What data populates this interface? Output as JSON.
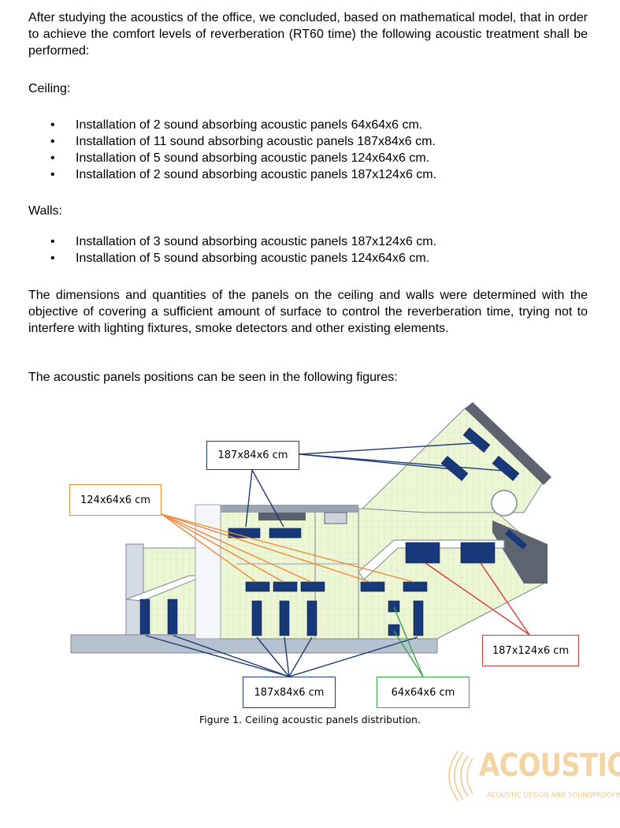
{
  "intro": "After studying the acoustics of the office, we concluded, based on mathematical model, that in order to achieve the comfort levels of reverberation (RT60 time) the following acoustic treatment shall be performed:",
  "ceiling": {
    "heading": "Ceiling:",
    "items": [
      "Installation of 2 sound absorbing acoustic panels 64x64x6 cm.",
      "Installation of 11 sound absorbing acoustic panels 187x84x6 cm.",
      "Installation of 5 sound absorbing acoustic panels 124x64x6 cm.",
      "Installation of 2 sound absorbing acoustic panels 187x124x6 cm."
    ]
  },
  "walls": {
    "heading": "Walls:",
    "items": [
      "Installation of 3 sound absorbing acoustic panels 187x124x6 cm.",
      "Installation of 5 sound absorbing acoustic panels 124x64x6 cm."
    ]
  },
  "dimensions_paragraph": "The dimensions and quantities of the panels on the ceiling and walls were determined with the objective of covering a sufficient amount of surface to control the reverberation time, trying not to interfere with lighting fixtures, smoke detectors and other existing elements.",
  "positions_paragraph": "The acoustic panels positions can be seen in the following figures:",
  "figure": {
    "callouts": {
      "top": "187x84x6 cm",
      "panel_124": "124x64x6 cm",
      "bottom": "187x84x6 cm",
      "panel_64": "64x64x6 cm",
      "panel_187x124": "187x124x6 cm"
    },
    "caption": "Figure 1. Ceiling acoustic panels distribution.",
    "colors": {
      "panel": "#17397a",
      "floor": "#eef6d4",
      "wall": "#5d6470",
      "callout_blue": "#1f3b73",
      "callout_orange": "#ee8a3c",
      "callout_green": "#37a64a",
      "callout_red": "#d63a34"
    }
  },
  "logo": {
    "name": "ACOUSTICY",
    "tagline": "ACOUSTIC DESIGN AND SOUNDPROOFING",
    "color": "#f5d4a3"
  }
}
